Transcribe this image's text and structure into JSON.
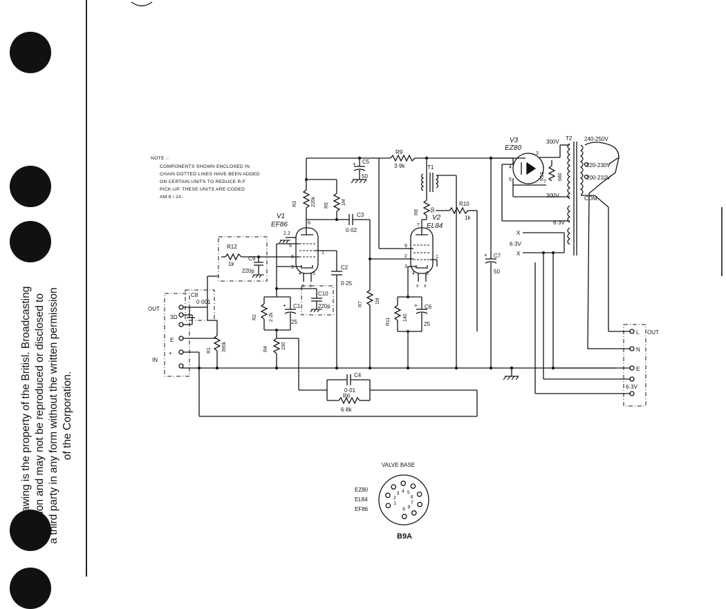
{
  "disclaimer": {
    "line1": "This drawing is the property of the Britisl. Broadcasting",
    "line2": "poration and may not be reproduced or disclosed to",
    "line3": "a third party in any form without the written permission",
    "line4": "of the Corporation."
  },
  "note": {
    "heading": "NOTE :-",
    "line1": "COMPONENTS SHOWN ENCLOSED IN",
    "line2": "CHAIN DOTTED LINES HAVE BEEN ADDED",
    "line3": "ON CERTAIN UNITS TO REDUCE R.F",
    "line4": "PICK-UP. THESE UNITS ARE CODED",
    "line5": "AM 8 / 2A."
  },
  "valves": {
    "v1": {
      "ref": "V1",
      "type": "EF86"
    },
    "v2": {
      "ref": "V2",
      "type": "EL84"
    },
    "v3": {
      "ref": "V3",
      "type": "EZ80"
    }
  },
  "components": {
    "r1": {
      "ref": "R1",
      "value": "390k"
    },
    "r2": {
      "ref": "R2",
      "value": "2·2k"
    },
    "r3": {
      "ref": "R3",
      "value": "220k"
    },
    "r4": {
      "ref": "R4",
      "value": "150"
    },
    "r5": {
      "ref": "R5",
      "value": "1M"
    },
    "r6": {
      "ref": "R6",
      "value": "6·8k"
    },
    "r7": {
      "ref": "R7",
      "value": "1M"
    },
    "r8": {
      "ref": "R8",
      "value": "50"
    },
    "r9": {
      "ref": "R9",
      "value": "3·9k"
    },
    "r10": {
      "ref": "R10",
      "value": "1k"
    },
    "r11": {
      "ref": "R11",
      "value": "140"
    },
    "r12": {
      "ref": "R12",
      "value": "1k"
    },
    "r13": {
      "ref": "R13",
      "value": "680"
    },
    "c1": {
      "ref": "C1",
      "value": "25"
    },
    "c2": {
      "ref": "C2",
      "value": "0·25"
    },
    "c3": {
      "ref": "C3",
      "value": "0·02"
    },
    "c4": {
      "ref": "C4",
      "value": "0·01"
    },
    "c5": {
      "ref": "C5",
      "value": "50"
    },
    "c6": {
      "ref": "C6",
      "value": "25"
    },
    "c7": {
      "ref": "C7",
      "value": "50"
    },
    "c8": {
      "ref": "C8",
      "value": "0·001"
    },
    "c9": {
      "ref": "C9",
      "value": "220p"
    },
    "c10": {
      "ref": "C10",
      "value": "220p"
    },
    "t1": {
      "ref": "T1"
    },
    "t2": {
      "ref": "T2"
    }
  },
  "transformer": {
    "tap_240": "240-250V",
    "tap_220": "220-230V",
    "tap_200": "200-210V",
    "com": "COM.",
    "hv1": "300V",
    "hv2": "300V",
    "lt": "6·3V"
  },
  "terminals": {
    "out": "OUT",
    "in": "IN",
    "three_ohm": "3Ω",
    "e": "E",
    "plus": "+",
    "right_l": "L",
    "right_n": "N",
    "right_e": "E",
    "right_out": "OUT",
    "right_63": "6·3V",
    "heater": "6·3V",
    "x": "X"
  },
  "pins": {
    "v1_6": "6",
    "v1_8": "8",
    "v1_9": "9",
    "v1_3": "3",
    "v1_1": "1",
    "v1_4": "4",
    "v1_5": "5",
    "v1_22": "2.2",
    "v2_9": "9",
    "v2_2": "2",
    "v2_3": "3",
    "v2_7": "7",
    "v2_4": "4",
    "v2_5": "5",
    "v2_1": "1",
    "v3_3": "3",
    "v3_4": "4",
    "v3_5": "5",
    "v3_7": "7"
  },
  "valve_base": {
    "title": "VALVE BASE",
    "types": [
      "EZ80",
      "EL84",
      "EF86"
    ],
    "code": "B9A",
    "pin_numbers": [
      "1",
      "2",
      "3",
      "4",
      "5",
      "6",
      "7",
      "8",
      "9"
    ]
  }
}
